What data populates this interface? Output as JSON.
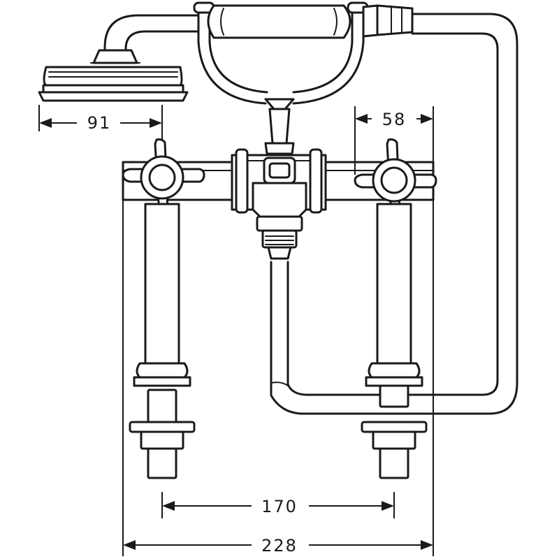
{
  "dimensions": {
    "shower_head_width": "91",
    "handle_offset": "58",
    "inner_spacing": "170",
    "outer_spacing": "228"
  },
  "colors": {
    "line": "#1a1a1a",
    "background": "#ffffff"
  }
}
